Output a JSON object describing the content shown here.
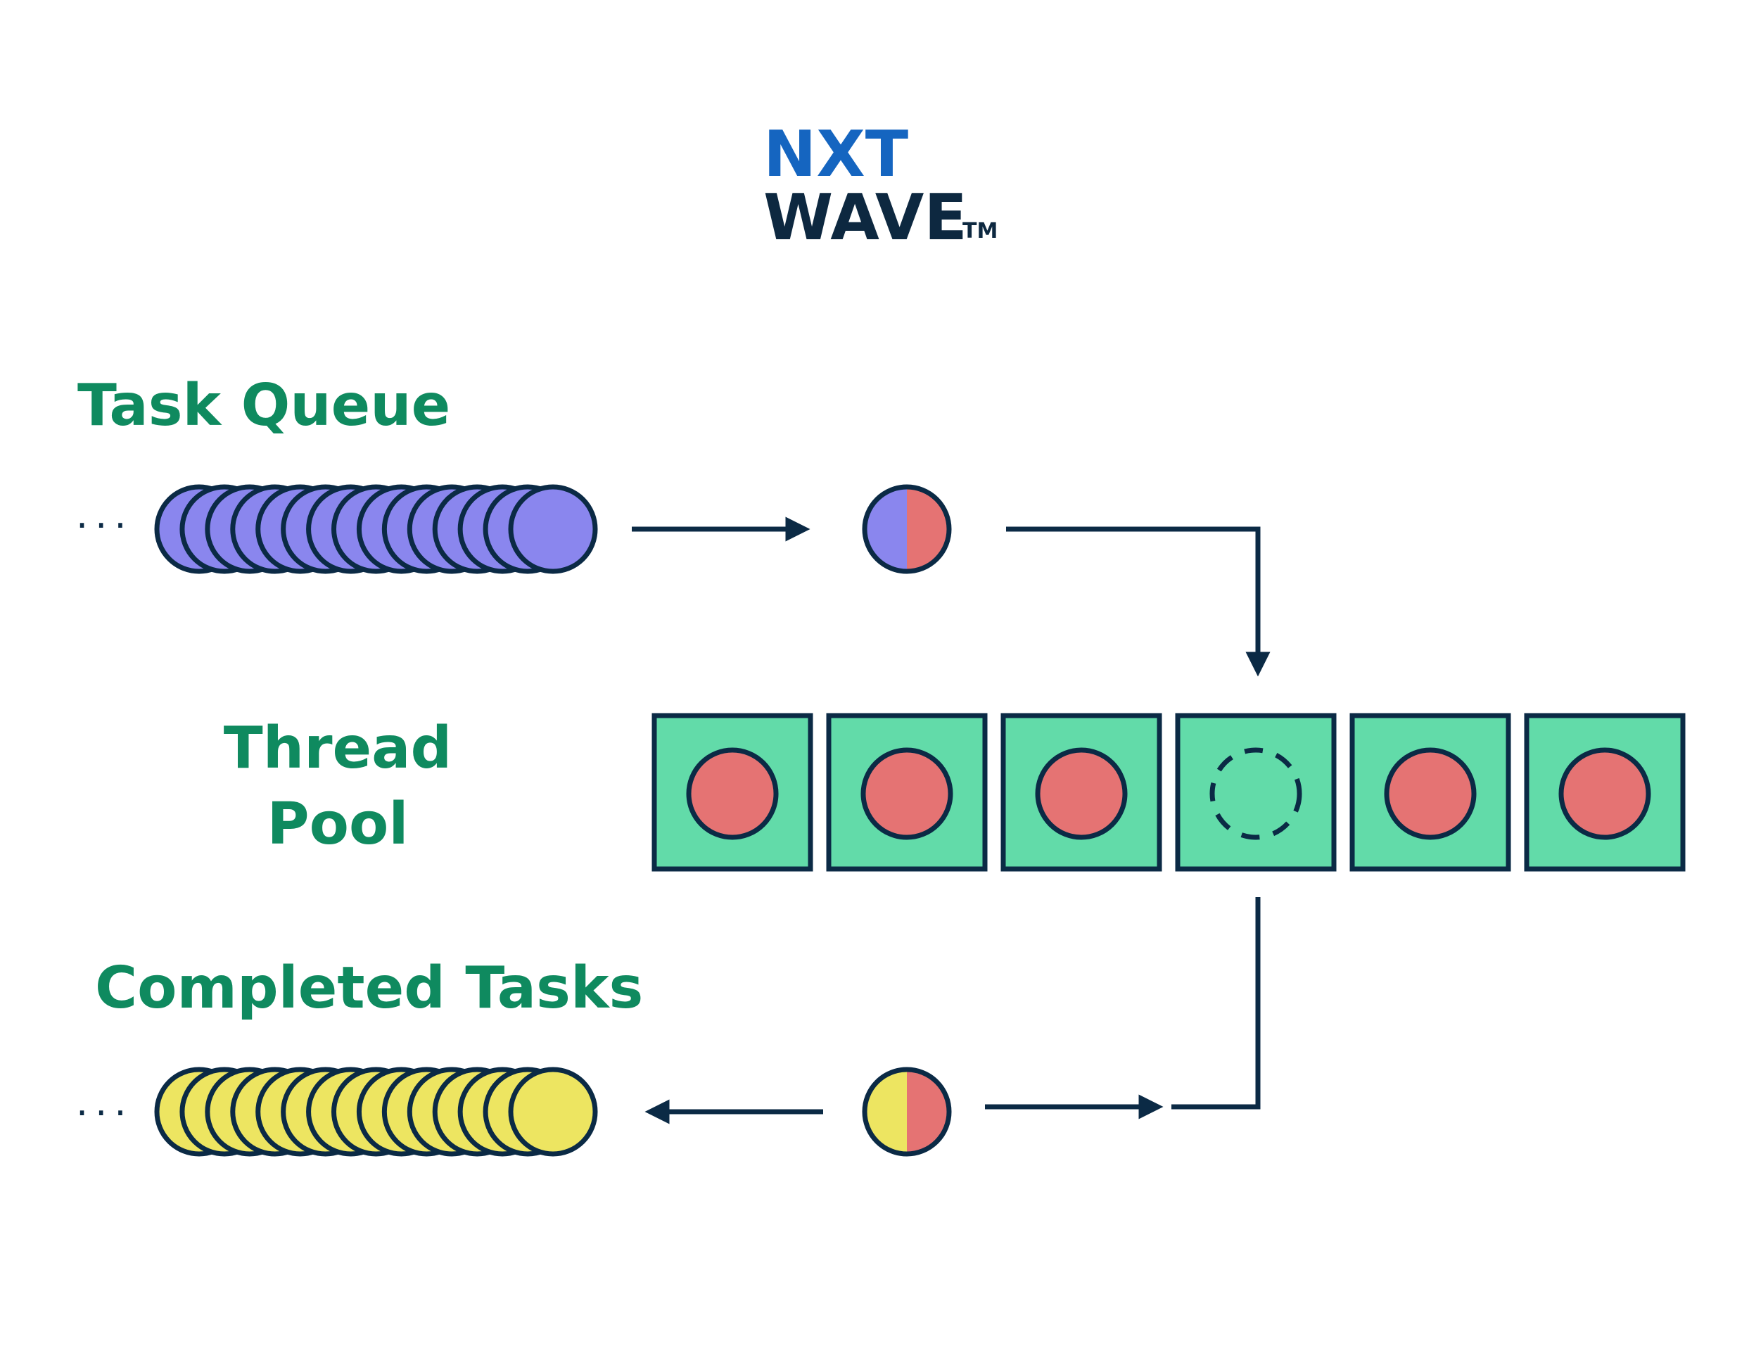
{
  "logo": {
    "line1": "NXT",
    "line2": "WAVE",
    "trademark": "TM",
    "colors": {
      "blue": "#1565c0",
      "navy": "#0d2840"
    }
  },
  "labels": {
    "task_queue": "Task Queue",
    "thread_pool_line1": "Thread",
    "thread_pool_line2": "Pool",
    "completed_tasks": "Completed Tasks"
  },
  "ellipsis": "...",
  "queues": {
    "task_queue_count": 15,
    "completed_count": 15
  },
  "threads": [
    {
      "state": "busy"
    },
    {
      "state": "busy"
    },
    {
      "state": "busy"
    },
    {
      "state": "idle"
    },
    {
      "state": "busy"
    },
    {
      "state": "busy"
    }
  ],
  "colors": {
    "label_green": "#0f8a5f",
    "outline": "#0b2a45",
    "pending_task": "#8a86ee",
    "running_task": "#e57373",
    "completed_task": "#ede561",
    "thread_fill": "#62dba9"
  }
}
